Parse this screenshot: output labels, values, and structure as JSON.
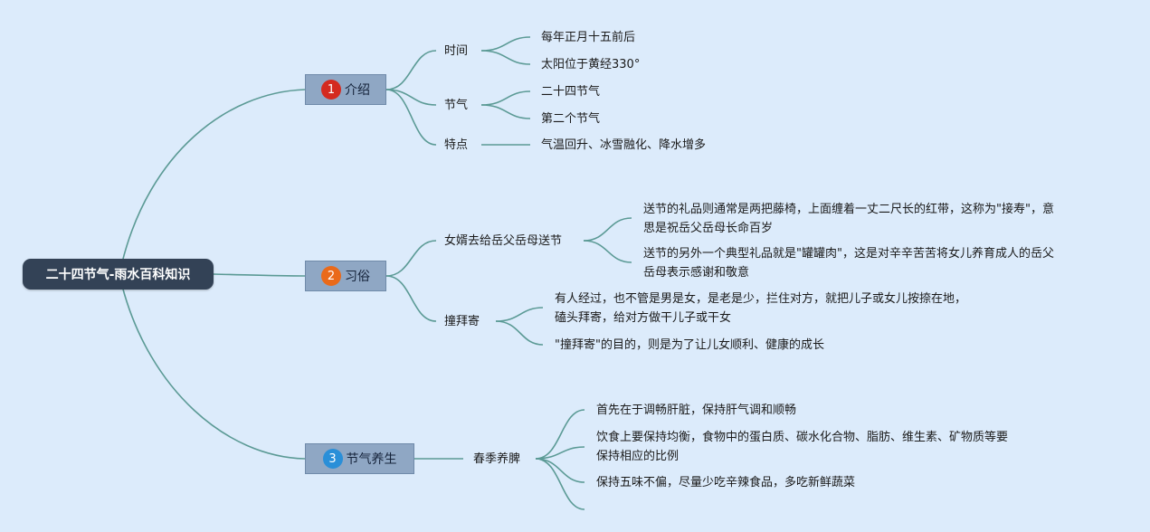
{
  "root": {
    "title": "二十四节气-雨水百科知识"
  },
  "branches": [
    {
      "num": "1",
      "label": "介绍",
      "badge_color": "#d42a1f",
      "children": [
        {
          "label": "时间",
          "items": [
            "每年正月十五前后",
            "太阳位于黄经330°"
          ]
        },
        {
          "label": "节气",
          "items": [
            "二十四节气",
            "第二个节气"
          ]
        },
        {
          "label": "特点",
          "items": [
            "气温回升、冰雪融化、降水增多"
          ]
        }
      ]
    },
    {
      "num": "2",
      "label": "习俗",
      "badge_color": "#ea6a1a",
      "children": [
        {
          "label": "女婿去给岳父岳母送节",
          "items": [
            [
              "送节的礼品则通常是两把藤椅，上面缠着一丈二尺长的红带，这称为\"接寿\"，意",
              "思是祝岳父岳母长命百岁"
            ],
            [
              "送节的另外一个典型礼品就是\"罐罐肉\"，这是对辛辛苦苦将女儿养育成人的岳父",
              "岳母表示感谢和敬意"
            ]
          ]
        },
        {
          "label": "撞拜寄",
          "items": [
            [
              "有人经过，也不管是男是女，是老是少，拦住对方，就把儿子或女儿按捺在地，",
              "磕头拜寄，给对方做干儿子或干女"
            ],
            [
              "\"撞拜寄\"的目的，则是为了让儿女顺利、健康的成长"
            ]
          ]
        }
      ]
    },
    {
      "num": "3",
      "label": "节气养生",
      "badge_color": "#2a8fd8",
      "children": [
        {
          "label": "春季养脾",
          "items": [
            [
              "首先在于调畅肝脏，保持肝气调和顺畅"
            ],
            [
              "饮食上要保持均衡，食物中的蛋白质、碳水化合物、脂肪、维生素、矿物质等要",
              "保持相应的比例"
            ],
            [
              "保持五味不偏，尽量少吃辛辣食品，多吃新鲜蔬菜"
            ]
          ]
        }
      ]
    }
  ]
}
